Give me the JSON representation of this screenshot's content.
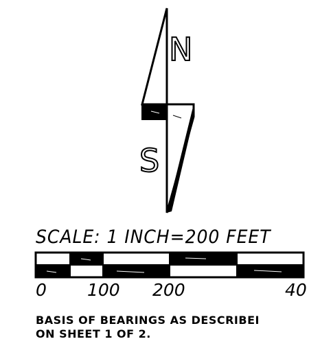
{
  "north_arrow": {
    "north_label": "N",
    "south_label": "S"
  },
  "scale_bar": {
    "title": "SCALE: 1 INCH=200 FEET",
    "ticks": [
      "0",
      "100",
      "200",
      "40"
    ]
  },
  "note": {
    "line1": "BASIS OF BEARINGS AS DESCRIBEI",
    "line2": "ON SHEET 1 OF 2."
  },
  "colors": {
    "ink": "#000000",
    "paper": "#ffffff"
  }
}
